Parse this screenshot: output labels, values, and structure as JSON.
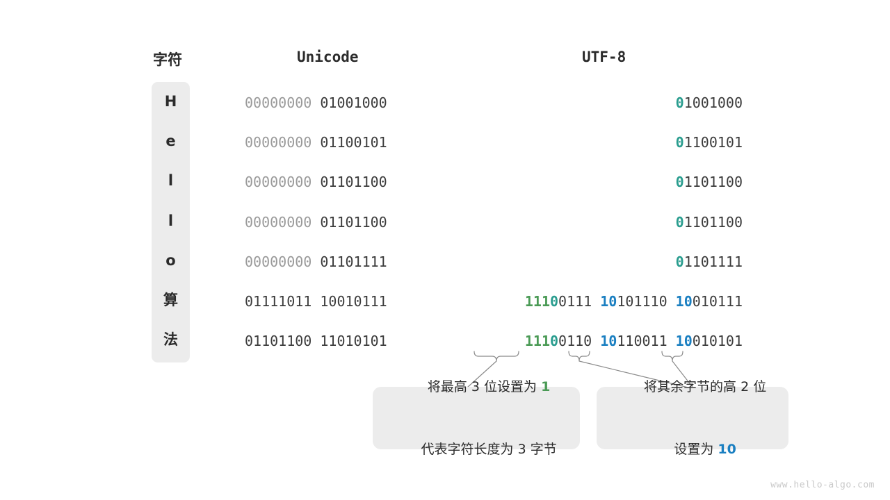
{
  "headers": {
    "char": "字符",
    "unicode": "Unicode",
    "utf8": "UTF-8"
  },
  "rows": [
    {
      "char": "H",
      "unicode_high": "00000000",
      "unicode_low": "01001000",
      "utf8_segments": [
        {
          "text": "0",
          "color": "teal"
        },
        {
          "text": "1001000",
          "color": "dark"
        }
      ]
    },
    {
      "char": "e",
      "unicode_high": "00000000",
      "unicode_low": "01100101",
      "utf8_segments": [
        {
          "text": "0",
          "color": "teal"
        },
        {
          "text": "1100101",
          "color": "dark"
        }
      ]
    },
    {
      "char": "l",
      "unicode_high": "00000000",
      "unicode_low": "01101100",
      "utf8_segments": [
        {
          "text": "0",
          "color": "teal"
        },
        {
          "text": "1101100",
          "color": "dark"
        }
      ]
    },
    {
      "char": "l",
      "unicode_high": "00000000",
      "unicode_low": "01101100",
      "utf8_segments": [
        {
          "text": "0",
          "color": "teal"
        },
        {
          "text": "1101100",
          "color": "dark"
        }
      ]
    },
    {
      "char": "o",
      "unicode_high": "00000000",
      "unicode_low": "01101111",
      "utf8_segments": [
        {
          "text": "0",
          "color": "teal"
        },
        {
          "text": "1101111",
          "color": "dark"
        }
      ]
    },
    {
      "char": "算",
      "unicode_high": "01111011",
      "unicode_low": "10010111",
      "utf8_segments": [
        {
          "text": "111",
          "color": "green"
        },
        {
          "text": "0",
          "color": "teal"
        },
        {
          "text": "0111 ",
          "color": "dark"
        },
        {
          "text": "10",
          "color": "blue"
        },
        {
          "text": "101110 ",
          "color": "dark"
        },
        {
          "text": "10",
          "color": "blue"
        },
        {
          "text": "010111",
          "color": "dark"
        }
      ]
    },
    {
      "char": "法",
      "unicode_high": "01101100",
      "unicode_low": "11010101",
      "utf8_segments": [
        {
          "text": "111",
          "color": "green"
        },
        {
          "text": "0",
          "color": "teal"
        },
        {
          "text": "0110 ",
          "color": "dark"
        },
        {
          "text": "10",
          "color": "blue"
        },
        {
          "text": "110011 ",
          "color": "dark"
        },
        {
          "text": "10",
          "color": "blue"
        },
        {
          "text": "010101",
          "color": "dark"
        }
      ]
    }
  ],
  "callouts": [
    {
      "line1_prefix": "将最高 3 位设置为 ",
      "line1_highlight": "1",
      "line1_highlight_color": "green",
      "line2_prefix": "代表字符长度为 3 字节",
      "line2_highlight": "",
      "line2_highlight_color": ""
    },
    {
      "line1_prefix": "将其余字节的高 2 位",
      "line1_highlight": "",
      "line1_highlight_color": "",
      "line2_prefix": "设置为 ",
      "line2_highlight": "10",
      "line2_highlight_color": "blue"
    }
  ],
  "colors": {
    "green": "#4a9a55",
    "teal": "#2a9d8f",
    "blue": "#1a7fc1",
    "dark": "#3c3c3c",
    "dim": "#9a9a9a",
    "panel": "#ececec"
  },
  "watermark": "www.hello-algo.com"
}
